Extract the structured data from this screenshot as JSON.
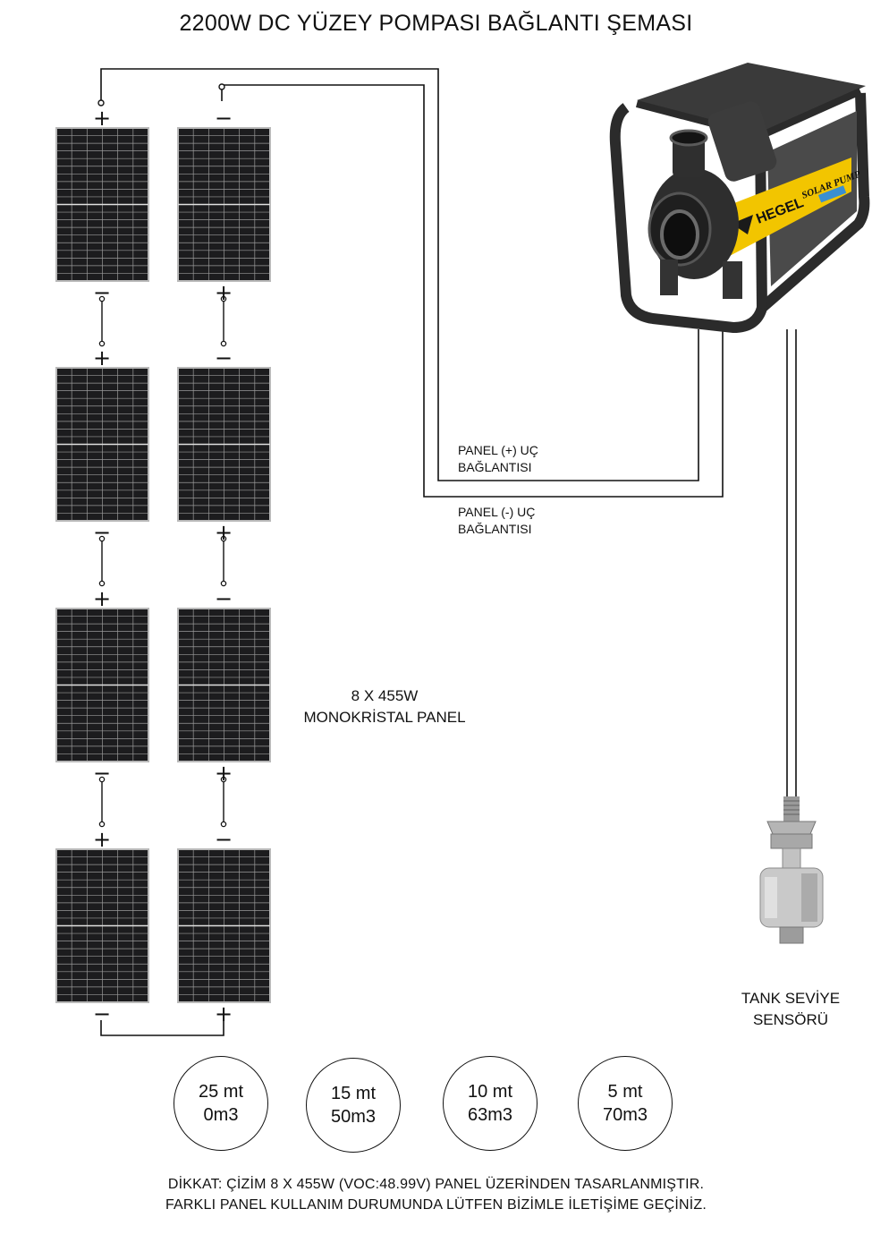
{
  "title": "2200W DC YÜZEY POMPASI BAĞLANTI ŞEMASI",
  "panel_caption": {
    "line1": "8 X 455W",
    "line2": "MONOKRİSTAL PANEL"
  },
  "connection_labels": {
    "positive": {
      "line1": "PANEL (+) UÇ",
      "line2": "BAĞLANTISI"
    },
    "negative": {
      "line1": "PANEL (-) UÇ",
      "line2": "BAĞLANTISI"
    }
  },
  "pump": {
    "brand": "HEGEL",
    "model": "SOLAR PUMP"
  },
  "sensor_label": {
    "line1": "TANK SEVİYE",
    "line2": "SENSÖRÜ"
  },
  "performance": [
    {
      "head": "25 mt",
      "flow": "0m3"
    },
    {
      "head": "15 mt",
      "flow": "50m3"
    },
    {
      "head": "10 mt",
      "flow": "63m3"
    },
    {
      "head": "5 mt",
      "flow": "70m3"
    }
  ],
  "footer": {
    "line1": "DİKKAT: ÇİZİM 8 X 455W (VOC:48.99V) PANEL ÜZERİNDEN  TASARLANMIŞTIR.",
    "line2": "FARKLI PANEL KULLANIM DURUMUNDA LÜTFEN BİZİMLE İLETİŞİME GEÇİNİZ."
  },
  "polarity": {
    "plus": "+",
    "minus": "−"
  },
  "colors": {
    "panel_cell": "#1c1c1e",
    "panel_frame": "#b9b9b9",
    "pump_frame": "#2b2b2b",
    "pump_label": "#f2c500"
  }
}
